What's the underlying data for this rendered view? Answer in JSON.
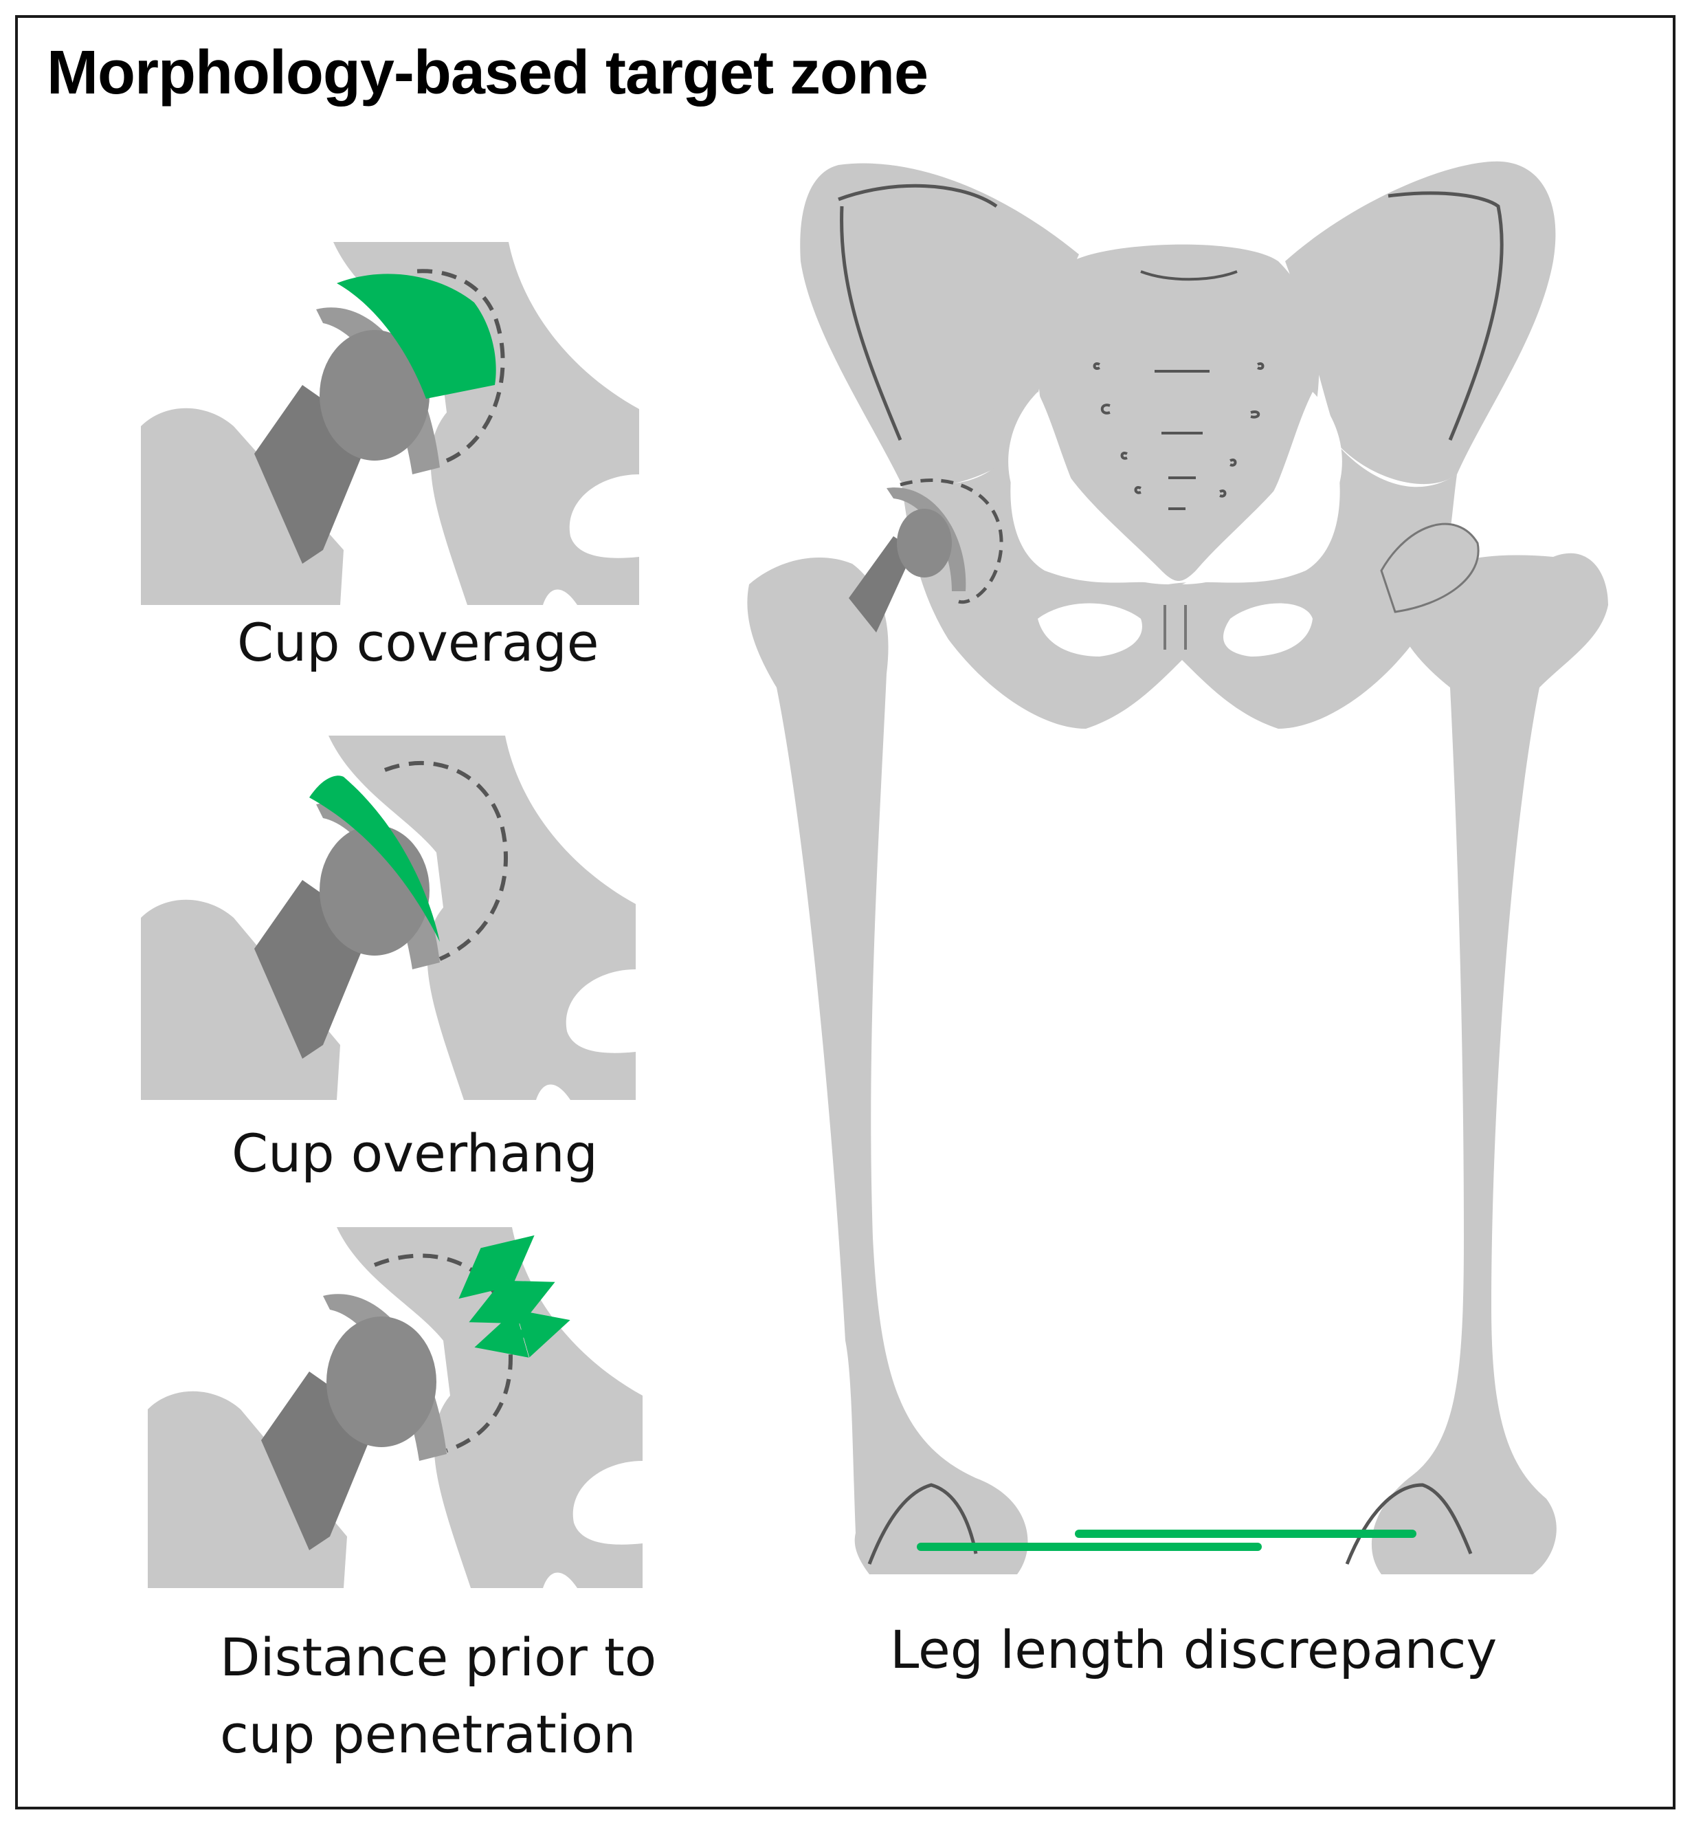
{
  "title": "Morphology-based target zone",
  "panels": {
    "coverage": {
      "label": "Cup coverage"
    },
    "overhang": {
      "label": "Cup overhang"
    },
    "distance": {
      "label_line1": "Distance prior to",
      "label_line2": "cup penetration"
    },
    "lld": {
      "label": "Leg length discrepancy"
    }
  },
  "colors": {
    "bone": "#c8c8c8",
    "bone_light": "#d2d2d2",
    "implant_dark": "#7a7a7a",
    "implant_mid": "#9a9a9a",
    "outline": "#555555",
    "highlight": "#00b65a"
  }
}
